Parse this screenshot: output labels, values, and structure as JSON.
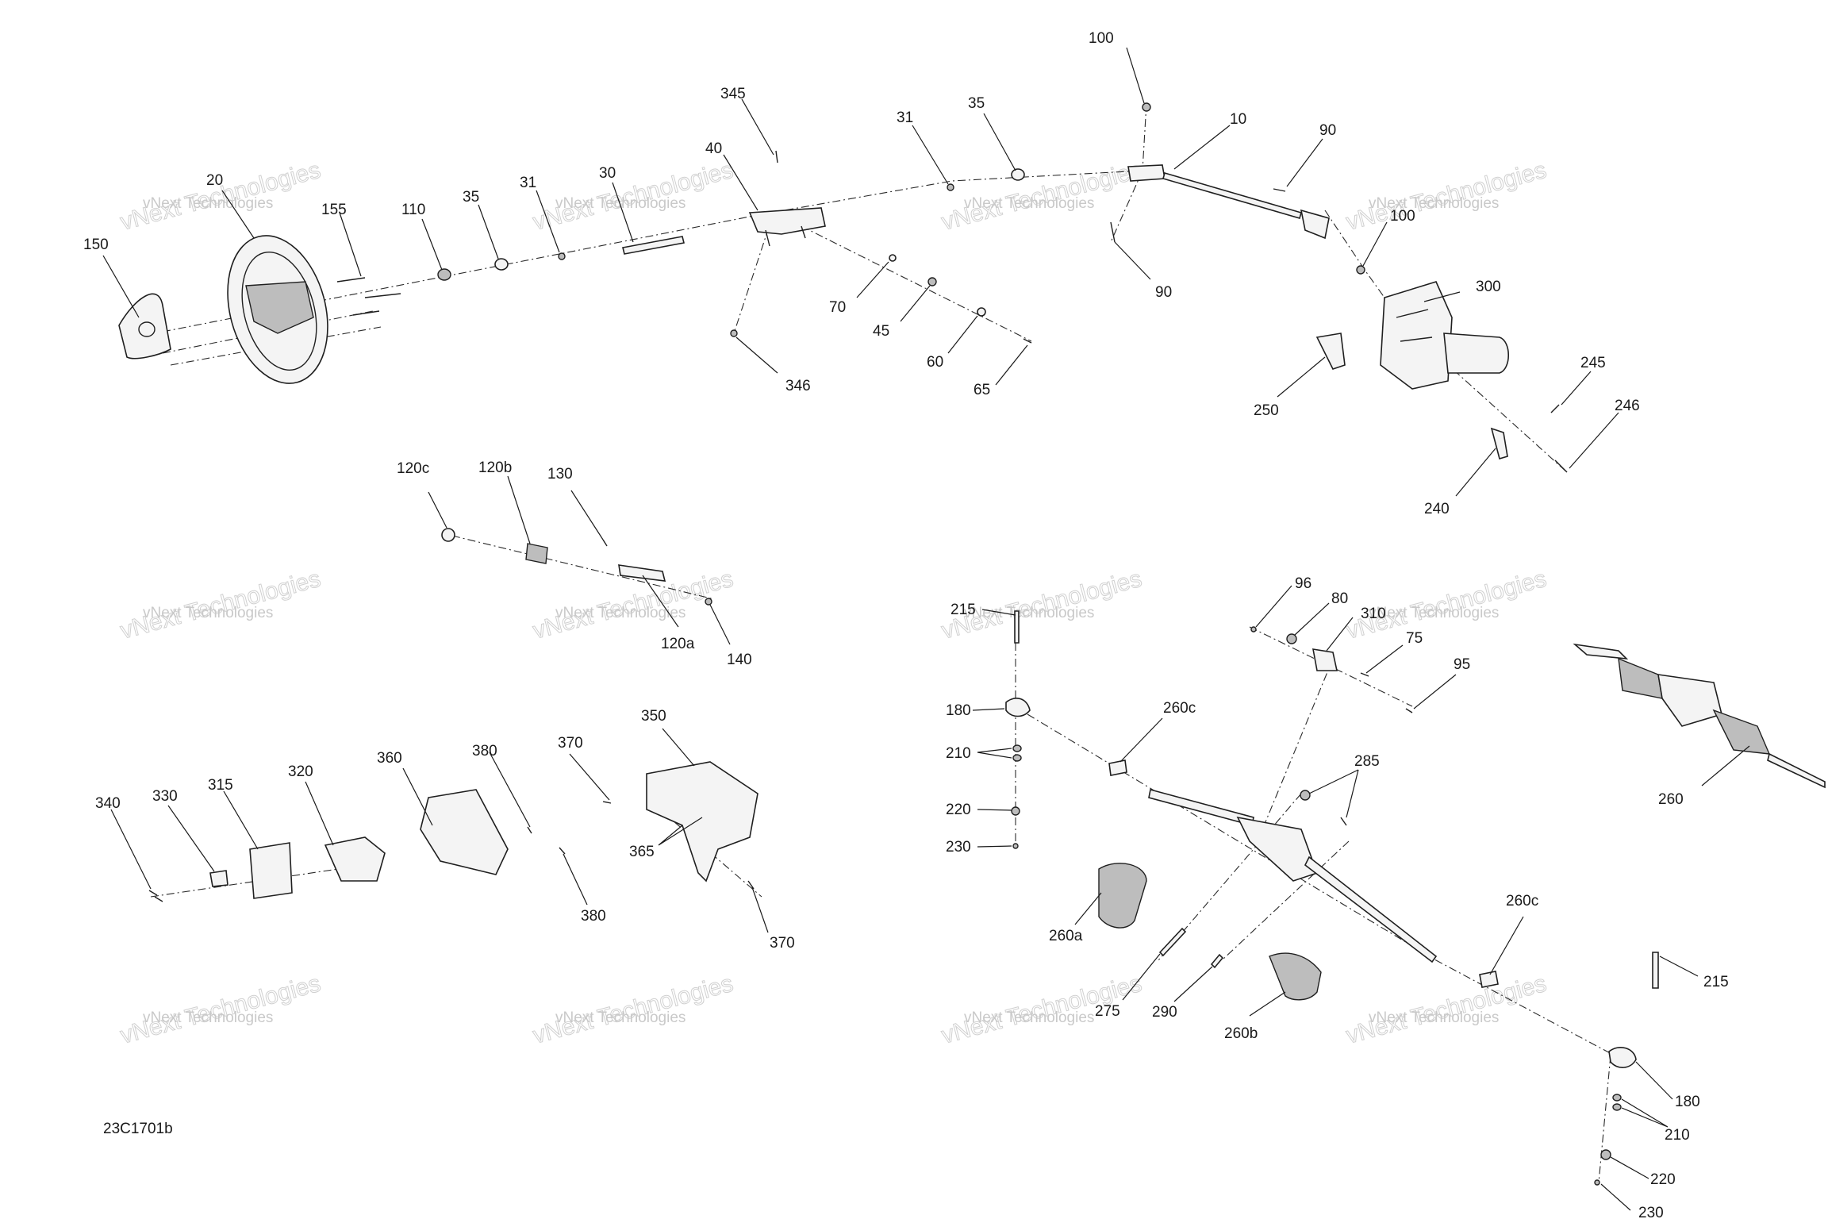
{
  "diagram": {
    "reference_code": "23C1701b",
    "watermark_text": "vNext Technologies",
    "callouts": {
      "c150": "150",
      "c20": "20",
      "c155": "155",
      "c110": "110",
      "c35a": "35",
      "c31a": "31",
      "c30": "30",
      "c345": "345",
      "c40": "40",
      "c346": "346",
      "c31b": "31",
      "c35b": "35",
      "c70": "70",
      "c45": "45",
      "c60": "60",
      "c65": "65",
      "c100a": "100",
      "c10": "10",
      "c90a": "90",
      "c90b": "90",
      "c100b": "100",
      "c300": "300",
      "c250": "250",
      "c245": "245",
      "c246": "246",
      "c240": "240",
      "c120c": "120c",
      "c120b": "120b",
      "c130": "130",
      "c120a": "120a",
      "c140": "140",
      "c340": "340",
      "c330": "330",
      "c315": "315",
      "c320": "320",
      "c360": "360",
      "c380a": "380",
      "c380b": "380",
      "c370a": "370",
      "c370b": "370",
      "c350": "350",
      "c365": "365",
      "c215a": "215",
      "c180a": "180",
      "c210a": "210",
      "c220a": "220",
      "c230a": "230",
      "c96": "96",
      "c80": "80",
      "c310": "310",
      "c75": "75",
      "c95": "95",
      "c260ca": "260c",
      "c285": "285",
      "c260a": "260a",
      "c275": "275",
      "c290": "290",
      "c260b": "260b",
      "c260cb": "260c",
      "c215b": "215",
      "c180b": "180",
      "c210b": "210",
      "c220b": "220",
      "c230b": "230",
      "c260": "260"
    }
  }
}
